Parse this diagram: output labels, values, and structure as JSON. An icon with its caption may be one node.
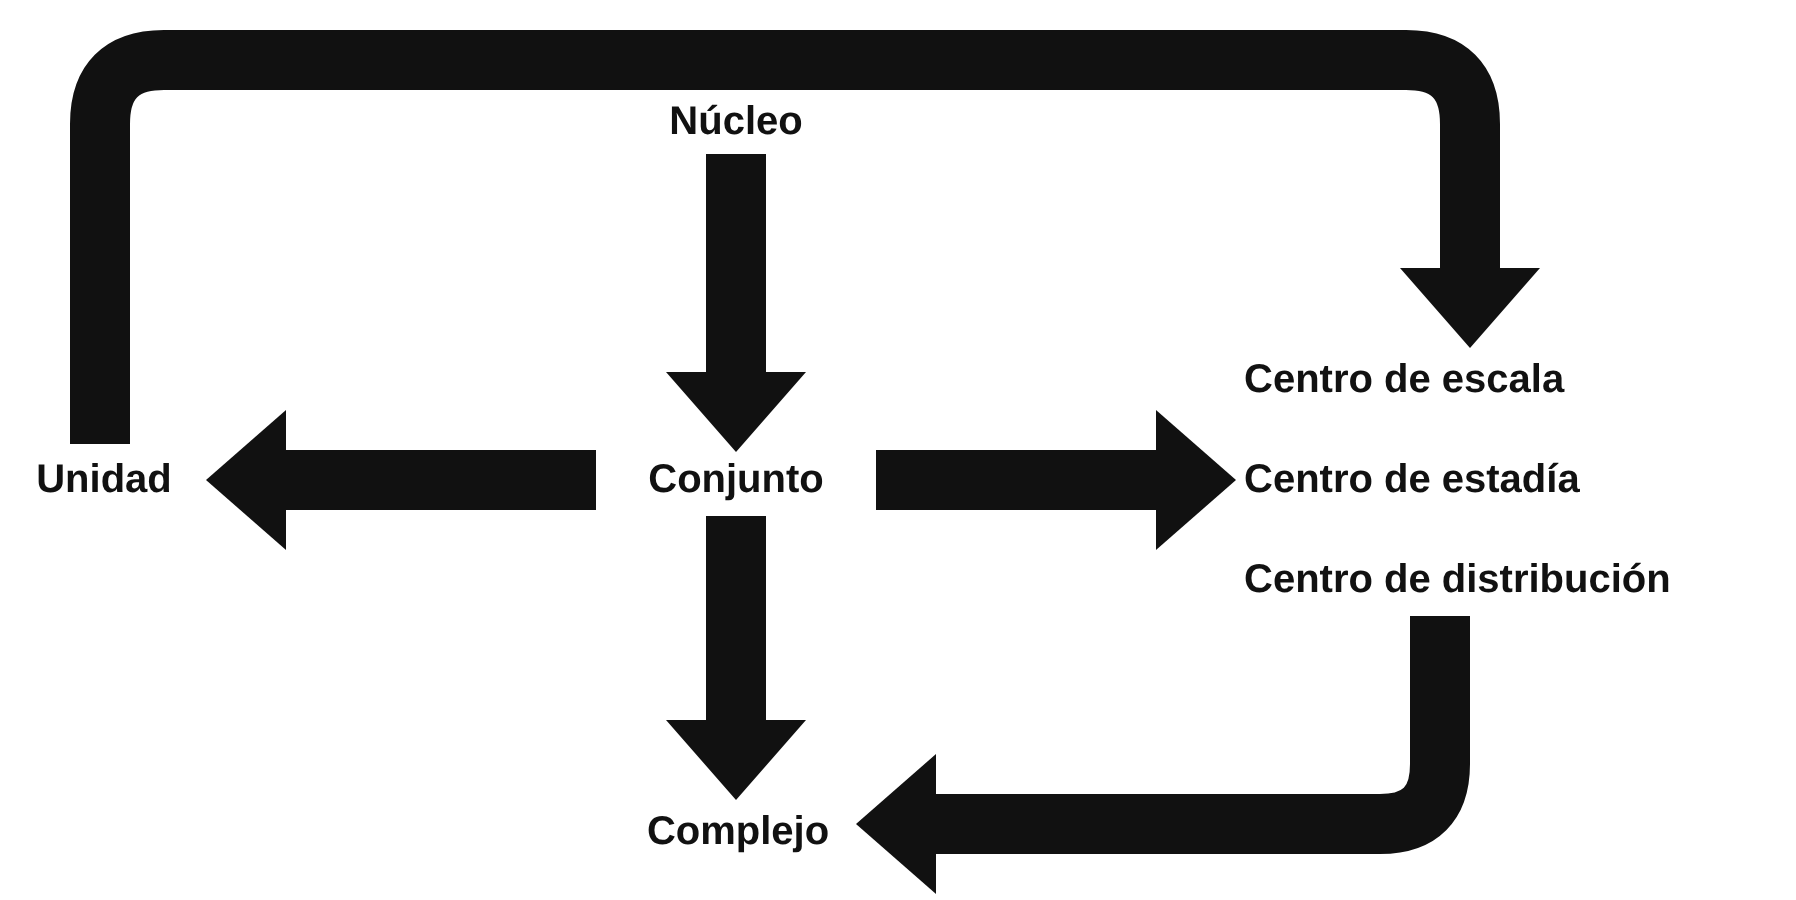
{
  "diagram": {
    "nodes": [
      {
        "text": [
          "Núcleo"
        ]
      },
      {
        "text": [
          "Conjunto"
        ]
      },
      {
        "text": [
          "Unidad"
        ]
      },
      {
        "text": [
          "Complejo"
        ]
      },
      {
        "text": [
          "Centro de escala"
        ]
      },
      {
        "text": [
          "Centro de estadía"
        ]
      },
      {
        "text": [
          "Centro de distribución"
        ]
      }
    ],
    "edges": [
      {
        "from": 0,
        "to": 1,
        "arrow": "to"
      },
      {
        "from": 1,
        "to": 2,
        "arrow": "to"
      },
      {
        "from": 1,
        "to": 5,
        "arrow": "to"
      },
      {
        "from": 1,
        "to": 3,
        "arrow": "to"
      },
      {
        "from": 2,
        "to": 4,
        "arrow": "to"
      },
      {
        "from": 6,
        "to": 3,
        "arrow": "to"
      }
    ]
  }
}
